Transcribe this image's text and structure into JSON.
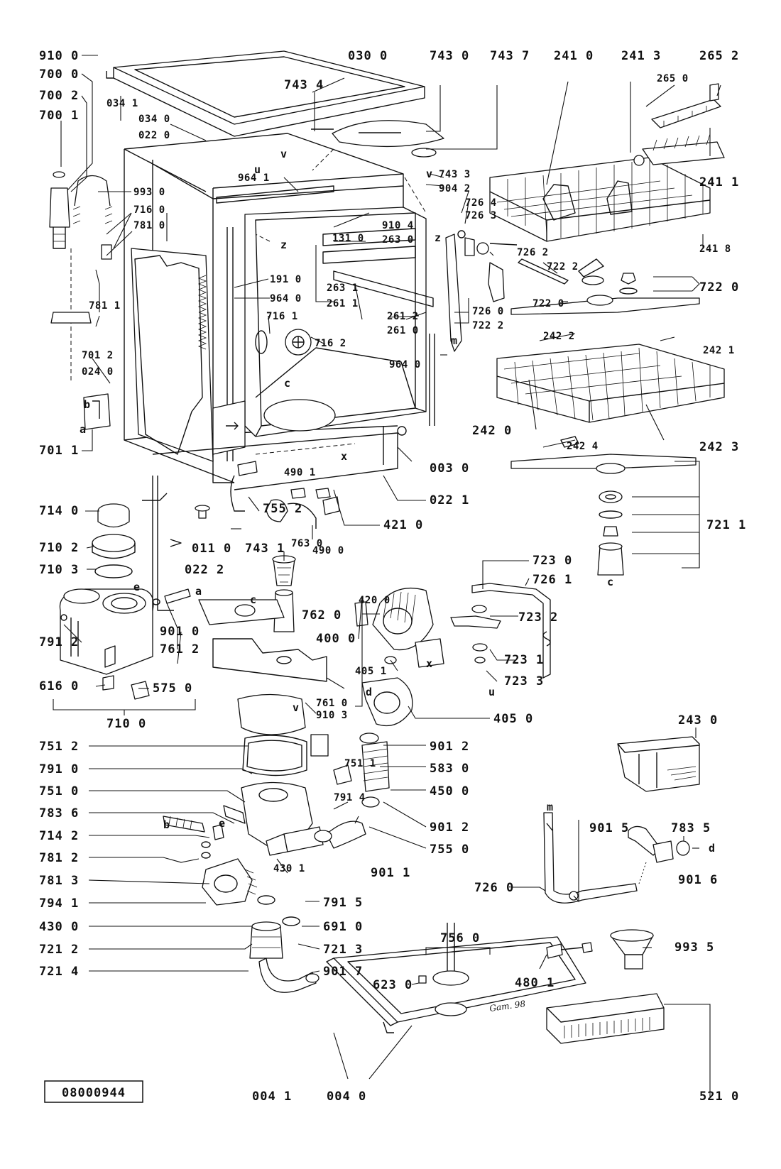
{
  "doc_code": "08000944",
  "signature": "Gam. 98",
  "letters": {
    "a": "a",
    "b": "b",
    "c": "c",
    "d": "d",
    "e": "e",
    "m": "m",
    "u": "u",
    "v": "v",
    "x": "x",
    "z": "z"
  },
  "labels": [
    {
      "id": "910-0",
      "text": "910 0"
    },
    {
      "id": "700-0",
      "text": "700 0"
    },
    {
      "id": "700-2",
      "text": "700 2"
    },
    {
      "id": "700-1",
      "text": "700 1"
    },
    {
      "id": "034-1",
      "text": "034 1"
    },
    {
      "id": "034-0",
      "text": "034 0"
    },
    {
      "id": "022-0",
      "text": "022 0"
    },
    {
      "id": "030-0",
      "text": "030 0"
    },
    {
      "id": "743-4",
      "text": "743 4"
    },
    {
      "id": "743-0",
      "text": "743 0"
    },
    {
      "id": "743-7",
      "text": "743 7"
    },
    {
      "id": "241-0",
      "text": "241 0"
    },
    {
      "id": "241-3",
      "text": "241 3"
    },
    {
      "id": "265-2",
      "text": "265 2"
    },
    {
      "id": "265-0",
      "text": "265 0"
    },
    {
      "id": "241-1",
      "text": "241 1"
    },
    {
      "id": "964-1",
      "text": "964 1"
    },
    {
      "id": "743-3",
      "text": "743 3"
    },
    {
      "id": "904-2",
      "text": "904 2"
    },
    {
      "id": "726-4",
      "text": "726 4"
    },
    {
      "id": "726-3",
      "text": "726 3"
    },
    {
      "id": "910-4",
      "text": "910 4"
    },
    {
      "id": "263-0",
      "text": "263 0"
    },
    {
      "id": "131-0",
      "text": "131 0"
    },
    {
      "id": "993-0",
      "text": "993 0"
    },
    {
      "id": "716-0",
      "text": "716 0"
    },
    {
      "id": "781-0",
      "text": "781 0"
    },
    {
      "id": "781-1",
      "text": "781 1"
    },
    {
      "id": "191-0",
      "text": "191 0"
    },
    {
      "id": "964-0",
      "text": "964 0"
    },
    {
      "id": "263-1",
      "text": "263 1"
    },
    {
      "id": "261-1",
      "text": "261 1"
    },
    {
      "id": "261-2",
      "text": "261 2"
    },
    {
      "id": "261-0",
      "text": "261 0"
    },
    {
      "id": "726-2",
      "text": "726 2"
    },
    {
      "id": "726-0-top",
      "text": "726 0"
    },
    {
      "id": "722-2-top",
      "text": "722 2"
    },
    {
      "id": "722-2",
      "text": "722 2"
    },
    {
      "id": "722-0-mid",
      "text": "722 0"
    },
    {
      "id": "722-0",
      "text": "722 0"
    },
    {
      "id": "241-8",
      "text": "241 8"
    },
    {
      "id": "716-1",
      "text": "716 1"
    },
    {
      "id": "716-2",
      "text": "716 2"
    },
    {
      "id": "964-0-right",
      "text": "964 0"
    },
    {
      "id": "701-2",
      "text": "701 2"
    },
    {
      "id": "024-0",
      "text": "024 0"
    },
    {
      "id": "242-2",
      "text": "242 2"
    },
    {
      "id": "242-1",
      "text": "242 1"
    },
    {
      "id": "701-1",
      "text": "701 1"
    },
    {
      "id": "242-0",
      "text": "242 0"
    },
    {
      "id": "242-4",
      "text": "242 4"
    },
    {
      "id": "242-3",
      "text": "242 3"
    },
    {
      "id": "003-0",
      "text": "003 0"
    },
    {
      "id": "490-1",
      "text": "490 1"
    },
    {
      "id": "022-1",
      "text": "022 1"
    },
    {
      "id": "714-0",
      "text": "714 0"
    },
    {
      "id": "755-2",
      "text": "755 2"
    },
    {
      "id": "421-0",
      "text": "421 0"
    },
    {
      "id": "721-1",
      "text": "721 1"
    },
    {
      "id": "710-2",
      "text": "710 2"
    },
    {
      "id": "011-0",
      "text": "011 0"
    },
    {
      "id": "743-1",
      "text": "743 1"
    },
    {
      "id": "490-0",
      "text": "490 0"
    },
    {
      "id": "763-0",
      "text": "763 0"
    },
    {
      "id": "710-3",
      "text": "710 3"
    },
    {
      "id": "022-2",
      "text": "022 2"
    },
    {
      "id": "723-0",
      "text": "723 0"
    },
    {
      "id": "726-1",
      "text": "726 1"
    },
    {
      "id": "420-0",
      "text": "420 0"
    },
    {
      "id": "400-0",
      "text": "400 0"
    },
    {
      "id": "762-0",
      "text": "762 0"
    },
    {
      "id": "723-2",
      "text": "723 2"
    },
    {
      "id": "901-0",
      "text": "901 0"
    },
    {
      "id": "761-2",
      "text": "761 2"
    },
    {
      "id": "791-2",
      "text": "791 2"
    },
    {
      "id": "616-0",
      "text": "616 0"
    },
    {
      "id": "575-0",
      "text": "575 0"
    },
    {
      "id": "723-1",
      "text": "723 1"
    },
    {
      "id": "723-3",
      "text": "723 3"
    },
    {
      "id": "405-1",
      "text": "405 1"
    },
    {
      "id": "761-0",
      "text": "761 0"
    },
    {
      "id": "910-3",
      "text": "910 3"
    },
    {
      "id": "710-0",
      "text": "710 0"
    },
    {
      "id": "405-0",
      "text": "405 0"
    },
    {
      "id": "243-0",
      "text": "243 0"
    },
    {
      "id": "751-2",
      "text": "751 2"
    },
    {
      "id": "751-1",
      "text": "751 1"
    },
    {
      "id": "901-2-a",
      "text": "901 2"
    },
    {
      "id": "791-0",
      "text": "791 0"
    },
    {
      "id": "583-0",
      "text": "583 0"
    },
    {
      "id": "751-0",
      "text": "751 0"
    },
    {
      "id": "450-0",
      "text": "450 0"
    },
    {
      "id": "783-6",
      "text": "783 6"
    },
    {
      "id": "791-4",
      "text": "791 4"
    },
    {
      "id": "901-2-b",
      "text": "901 2"
    },
    {
      "id": "714-2",
      "text": "714 2"
    },
    {
      "id": "901-5",
      "text": "901 5"
    },
    {
      "id": "783-5",
      "text": "783 5"
    },
    {
      "id": "781-2",
      "text": "781 2"
    },
    {
      "id": "755-0",
      "text": "755 0"
    },
    {
      "id": "781-3",
      "text": "781 3"
    },
    {
      "id": "430-1",
      "text": "430 1"
    },
    {
      "id": "901-1",
      "text": "901 1"
    },
    {
      "id": "726-0-bottom",
      "text": "726 0"
    },
    {
      "id": "901-6",
      "text": "901 6"
    },
    {
      "id": "794-1",
      "text": "794 1"
    },
    {
      "id": "791-5",
      "text": "791 5"
    },
    {
      "id": "430-0",
      "text": "430 0"
    },
    {
      "id": "691-0",
      "text": "691 0"
    },
    {
      "id": "721-2",
      "text": "721 2"
    },
    {
      "id": "721-3",
      "text": "721 3"
    },
    {
      "id": "756-0",
      "text": "756 0"
    },
    {
      "id": "721-4",
      "text": "721 4"
    },
    {
      "id": "901-7",
      "text": "901 7"
    },
    {
      "id": "480-1",
      "text": "480 1"
    },
    {
      "id": "993-5",
      "text": "993 5"
    },
    {
      "id": "623-0",
      "text": "623 0"
    },
    {
      "id": "004-1",
      "text": "004 1"
    },
    {
      "id": "004-0",
      "text": "004 0"
    },
    {
      "id": "521-0",
      "text": "521 0"
    }
  ]
}
